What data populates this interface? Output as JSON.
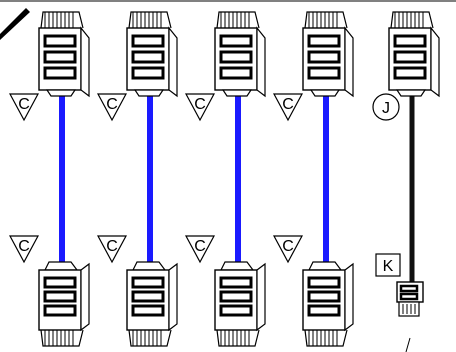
{
  "diagram": {
    "cables": [
      {
        "top_label": "C",
        "top_shape": "triangle",
        "bottom_label": "C",
        "bottom_shape": "triangle",
        "color": "#1a1aff"
      },
      {
        "top_label": "C",
        "top_shape": "triangle",
        "bottom_label": "C",
        "bottom_shape": "triangle",
        "color": "#1a1aff"
      },
      {
        "top_label": "C",
        "top_shape": "triangle",
        "bottom_label": "C",
        "bottom_shape": "triangle",
        "color": "#1a1aff"
      },
      {
        "top_label": "C",
        "top_shape": "triangle",
        "bottom_label": "C",
        "bottom_shape": "triangle",
        "color": "#1a1aff"
      },
      {
        "top_label": "J",
        "top_shape": "circle",
        "bottom_label": "K",
        "bottom_shape": "square",
        "color": "#111111"
      }
    ],
    "colors": {
      "line": "#000000",
      "blue_cable": "#1a1aff",
      "black_cable": "#111111"
    }
  }
}
